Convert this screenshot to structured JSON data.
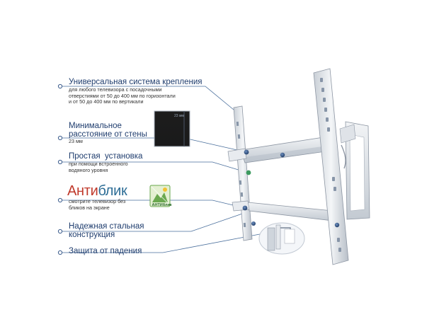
{
  "features": [
    {
      "title": "Универсальная система крепления",
      "desc_lines": [
        "для любого телевизора с посадочными",
        "отверстиями от 50 до 400 мм по горизонтали",
        "и от 50 до 400 мм по вертикали"
      ]
    },
    {
      "title_lines": [
        "Минимальное",
        "расстояние от стены"
      ],
      "desc": "23 мм",
      "inset_text": "23 мм"
    },
    {
      "title": "Простая  установка",
      "desc_lines": [
        "при помощи встроенного",
        "водяного уровня"
      ]
    },
    {
      "title_part1": "Анти",
      "title_part2": "блик",
      "desc_lines": [
        "смотрите телевизор без",
        "бликов на экране"
      ],
      "badge_text": "АНТИблик"
    },
    {
      "title_lines": [
        "Надежная стальная",
        "конструкция"
      ]
    },
    {
      "title": "Защита от падения"
    }
  ],
  "colors": {
    "title": "#1f3d6e",
    "antiblik_red": "#c0392b",
    "antiblik_blue": "#2d6d96",
    "bullet": "#3b5c8c",
    "leader": "#4a6f9c"
  }
}
